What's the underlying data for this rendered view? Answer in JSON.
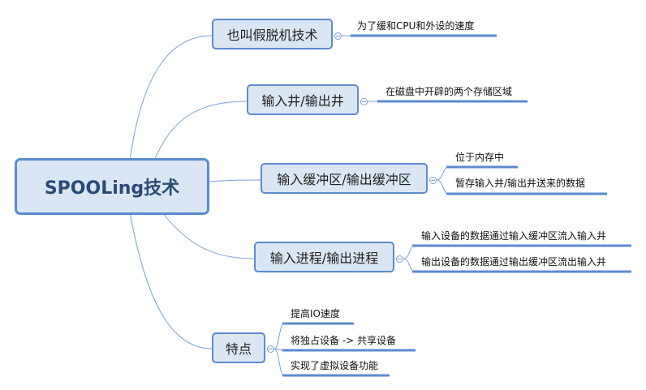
{
  "root": {
    "label": "SPOOLing技术"
  },
  "branches": [
    {
      "label": "也叫假脱机技术",
      "children": [
        "为了缓和CPU和外设的速度"
      ]
    },
    {
      "label": "输入井/输出井",
      "children": [
        "在磁盘中开辟的两个存储区域"
      ]
    },
    {
      "label": "输入缓冲区/输出缓冲区",
      "children": [
        "位于内存中",
        "暂存输入井/输出井送来的数据"
      ]
    },
    {
      "label": "输入进程/输出进程",
      "children": [
        "输入设备的数据通过输入缓冲区流入输入井",
        "输出设备的数据通过输出缓冲区流出输入井"
      ]
    },
    {
      "label": "特点",
      "children": [
        "提高IO速度",
        "将独占设备 -> 共享设备",
        "实现了虚拟设备功能"
      ]
    }
  ],
  "colors": {
    "accent": "#5b8bd0",
    "fill": "#dbe6f4",
    "line": "#7a9fd6"
  }
}
